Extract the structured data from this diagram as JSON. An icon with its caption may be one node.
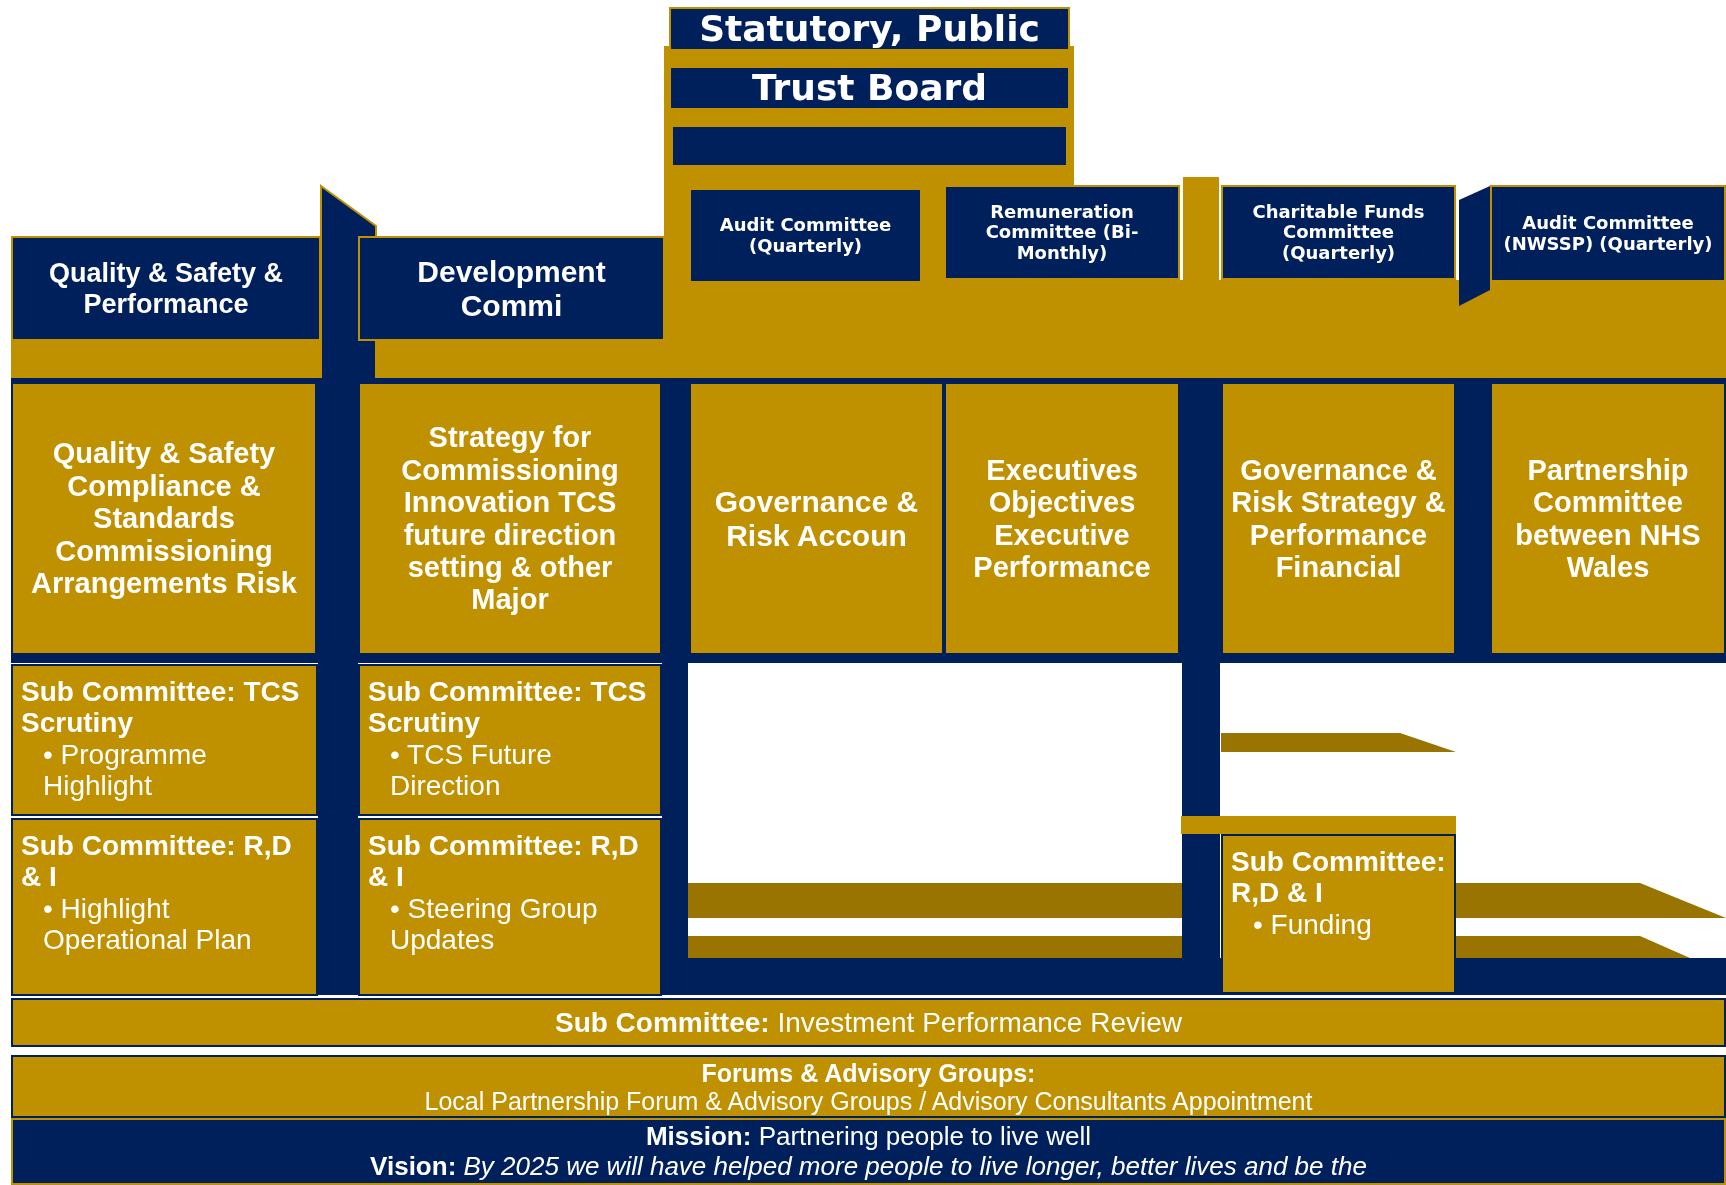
{
  "diagram": {
    "nodes": [
      {
        "text": [
          "Statutory, Public"
        ]
      },
      {
        "text": [
          "Trust Board"
        ]
      },
      {
        "text": [],
        "shape": "box"
      },
      {
        "text": [
          "Quality & Safety & Performance"
        ]
      },
      {
        "text": [
          "Development Commi"
        ]
      },
      {
        "text": [
          "Audit Committee (Quarterly)"
        ]
      },
      {
        "text": [
          "Remuneration Committee (Bi-Monthly)"
        ]
      },
      {
        "text": [
          "Charitable Funds Committee (Quarterly)"
        ]
      },
      {
        "text": [
          "Audit Committee (NWSSP) (Quarterly)"
        ]
      },
      {
        "text": [
          "Quality & Safety Compliance & Standards Commissioning Arrangements Risk"
        ]
      },
      {
        "text": [
          "Strategy for Commissioning Innovation TCS future direction setting & other Major"
        ]
      },
      {
        "text": [
          "Governance & Risk Accoun"
        ]
      },
      {
        "text": [
          "Executives Objectives Executive Performance"
        ]
      },
      {
        "text": [
          "Governance & Risk Strategy & Performance Financial"
        ]
      },
      {
        "text": [
          "Partnership Committee between NHS Wales"
        ]
      },
      {
        "text": [
          "Sub Committee: TCS Scrutiny",
          "• Programme Highlight"
        ]
      },
      {
        "text": [
          "Sub Committee: TCS Scrutiny",
          "• TCS Future Direction"
        ]
      },
      {
        "text": [
          "Sub Committee: R,D & I",
          "• Highlight",
          "Operational Plan"
        ]
      },
      {
        "text": [
          "Sub Committee: R,D & I",
          "• Steering Group Updates"
        ]
      },
      {
        "text": [
          "Sub Committee: R,D & I",
          "• Funding"
        ]
      },
      {
        "text": [
          "**Sub Committee:** Investment Performance Review"
        ]
      },
      {
        "text": [
          "Forums & Advisory Groups:",
          "Local Partnership Forum & Advisory Groups / Advisory Consultants Appointment"
        ]
      },
      {
        "text": [
          "**Mission:** Partnering people to live well",
          "**Vision:** *By 2025 we will have helped more people to live longer, better lives and be the*"
        ]
      }
    ]
  }
}
